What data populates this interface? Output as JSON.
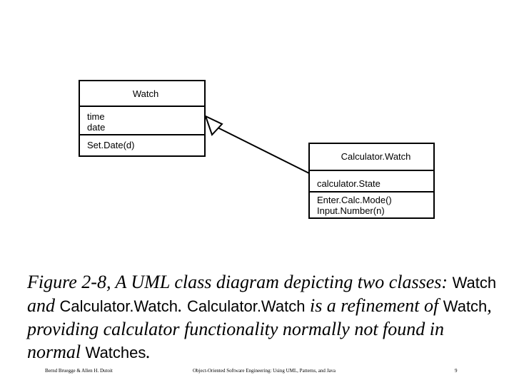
{
  "classes": {
    "watch": {
      "name": "Watch",
      "attributes": [
        "time",
        "date"
      ],
      "operations": [
        "Set.Date(d)"
      ]
    },
    "calculator_watch": {
      "name": "Calculator.Watch",
      "attributes": [
        "calculator.State"
      ],
      "operations": [
        "Enter.Calc.Mode()",
        "Input.Number(n)"
      ]
    }
  },
  "relationship": {
    "type": "generalization",
    "from": "Calculator.Watch",
    "to": "Watch"
  },
  "caption": {
    "part1": "Figure 2-8, A UML class diagram depicting two classes: ",
    "watch1": "Watch",
    "and": " and ",
    "calc1": "Calculator.Watch",
    "period": ". ",
    "calc2": "Calculator.Watch",
    "part2": " is a refinement of ",
    "watch2": "Watch",
    "part3": ", providing calculator functionality normally not found in normal ",
    "watches": "Watches",
    "end": "."
  },
  "footer": {
    "left": "Bernd Bruegge & Allen H. Dutoit",
    "center": "Object-Oriented Software Engineering: Using UML, Patterns, and Java",
    "page": "9"
  }
}
